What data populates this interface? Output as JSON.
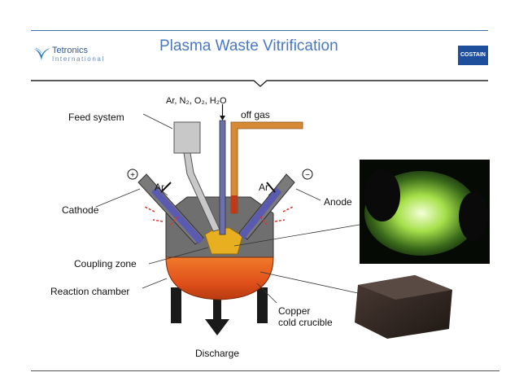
{
  "header": {
    "title": "Plasma Waste Vitrification",
    "logo_main": "Tetronics",
    "logo_sub": "International",
    "partner_logo": "COSTAIN"
  },
  "diagram": {
    "gases": "Ar, N₂, O₂, H₂O",
    "off_gas": "off gas",
    "feed_system": "Feed system",
    "cathode": "Cathode",
    "anode": "Anode",
    "ar_left": "Ar",
    "ar_right": "Ar",
    "plus": "+",
    "minus": "−",
    "coupling_zone": "Coupling zone",
    "reaction_chamber": "Reaction chamber",
    "copper_line1": "Copper",
    "copper_line2": "cold crucible",
    "discharge": "Discharge"
  },
  "colors": {
    "title": "#4a78c0",
    "rule": "#3b6fa8",
    "melt": "#e8601c",
    "coupling": "#e8b020",
    "chamber": "#6e6e6e"
  }
}
